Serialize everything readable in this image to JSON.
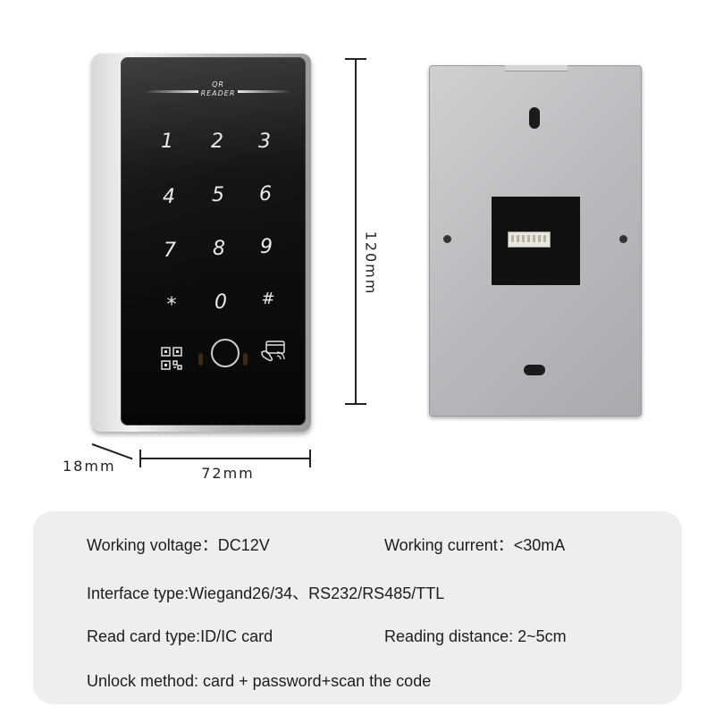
{
  "front": {
    "reader_line1": "QR",
    "reader_line2": "READER",
    "keys": [
      "1",
      "2",
      "3",
      "4",
      "5",
      "6",
      "7",
      "8",
      "9",
      "*",
      "0",
      "#"
    ]
  },
  "dimensions": {
    "height": "120mm",
    "width": "72mm",
    "depth": "18mm"
  },
  "specs": {
    "voltage": "Working voltage：DC12V",
    "current": "Working current：<30mA",
    "interface": "Interface type:Wiegand26/34、RS232/RS485/TTL",
    "card_type": "Read card type:ID/IC card",
    "distance": "Reading distance: 2~5cm",
    "unlock": "Unlock method: card + password+scan the code"
  },
  "colors": {
    "face": "#0b0b0b",
    "shell": "#c4c4c4",
    "panel": "#eeeeee"
  }
}
